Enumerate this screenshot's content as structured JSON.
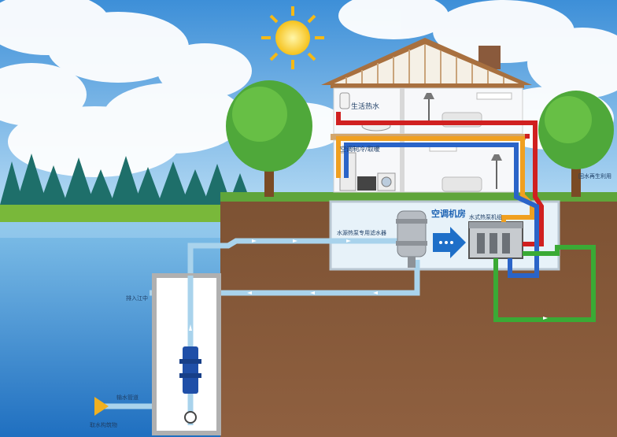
{
  "labels": {
    "domestic_hot_water": "生活热水",
    "ac_cooling_heating": "空调制冷/取暖",
    "machine_room": "空调机房",
    "filter_device": "水源热泵专用滤水器",
    "heat_pump_unit": "水式热泵机组",
    "recharge_well": "排入江中",
    "intake_pipe": "输水管道",
    "intake_structure": "取水构筑物",
    "reuse": "回水再生利用"
  },
  "colors": {
    "sky": "#4a9fe0",
    "water": "#2f86d4",
    "soil": "#8a5a3c",
    "hot_pipe": "#d02020",
    "warm_pipe": "#f0a020",
    "cool_pipe": "#2a64c8",
    "ground_loop": "#3aaa35",
    "water_pipe": "#a9d3ec"
  },
  "icons": [
    "sun-icon",
    "tree-icon",
    "pump-icon",
    "filter-icon",
    "arrow-icon",
    "heat-pump-unit-icon"
  ]
}
